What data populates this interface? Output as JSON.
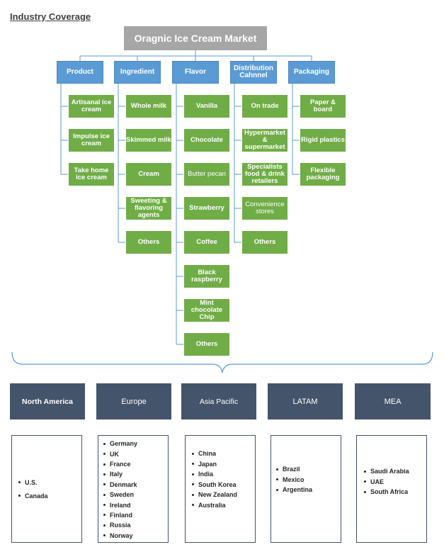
{
  "page_title": "Industry Coverage",
  "root": "Oragnic Ice Cream Market",
  "categories": [
    {
      "label": "Product",
      "items": [
        "Artisanal ice cream",
        "Impulse ice cream",
        "Take home ice cream"
      ]
    },
    {
      "label": "Ingredient",
      "items": [
        "Whole milk",
        "Skimmed milk",
        "Cream",
        "Sweeting & flavoring agents",
        "Others"
      ]
    },
    {
      "label": "Flavor",
      "items": [
        "Vanilla",
        "Chocolate",
        "Butter pecan",
        "Strawberry",
        "Coffee",
        "Black raspberry",
        "Mint chocolate Chip",
        "Others"
      ]
    },
    {
      "label": "Distribution Cahnnel",
      "items": [
        "On trade",
        "Hypermarket & supermarket",
        "Specialists food & drink retailers",
        "Convenience stores",
        "Others"
      ]
    },
    {
      "label": "Packaging",
      "items": [
        "Paper & board",
        "Rigid plastics",
        "Flexible packaging"
      ]
    }
  ],
  "regions": [
    {
      "label": "North America",
      "countries": [
        "U.S.",
        "Canada"
      ]
    },
    {
      "label": "Europe",
      "countries": [
        "Germany",
        "UK",
        "France",
        "Italy",
        "Denmark",
        "Sweden",
        "Ireland",
        "Finland",
        "Russia",
        "Norway"
      ]
    },
    {
      "label": "Asia Pacific",
      "countries": [
        "China",
        "Japan",
        "India",
        "South Korea",
        "New Zealand",
        "Australia"
      ]
    },
    {
      "label": "LATAM",
      "countries": [
        "Brazil",
        "Mexico",
        "Argentina"
      ]
    },
    {
      "label": "MEA",
      "countries": [
        "Saudi Arabia",
        "UAE",
        "South Africa"
      ]
    }
  ],
  "colors": {
    "root": "#a6a6a6",
    "category": "#5b9bd5",
    "item": "#70ad47",
    "region": "#44546a",
    "connector": "#5b9bd5"
  }
}
